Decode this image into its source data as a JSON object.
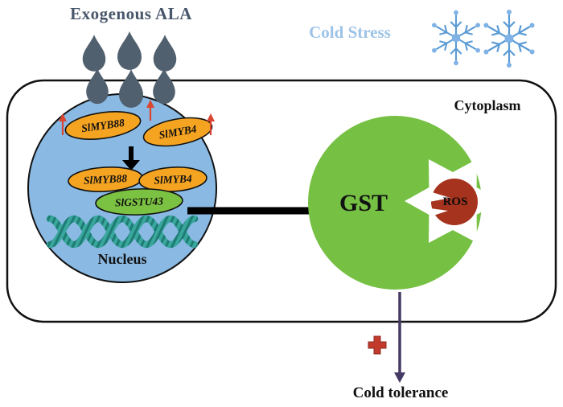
{
  "figure_title": "ALA-induced cold tolerance signaling diagram",
  "labels": {
    "exogenous_ala": "Exogenous ALA",
    "cold_stress": "Cold Stress",
    "cytoplasm": "Cytoplasm",
    "nucleus": "Nucleus",
    "gst": "GST",
    "ros": "ROS",
    "cold_tolerance": "Cold tolerance"
  },
  "genes": {
    "top_left": "SlMYB88",
    "top_right": "SlMYB4",
    "bottom_left": "SlMYB88",
    "bottom_right": "SlMYB4",
    "target": "SlGSTU43"
  },
  "colors": {
    "droplet": "#51606E",
    "ala_text": "#47566A",
    "cold_stress_text": "#9DC3E6",
    "snowflake": "#5B9BD5",
    "nucleus_fill": "#8ABAE3",
    "gene_ellipse_orange": "#F5A422",
    "target_ellipse_green": "#7CC242",
    "gst_circle_green": "#76C043",
    "ros_circle_red": "#A5331E",
    "dna_teal": "#39A79D",
    "up_arrow_red": "#D94530",
    "down_arrow_black": "#000000",
    "tolerance_arrow_purple": "#453A63",
    "plus_sign_red": "#C13A2B"
  }
}
